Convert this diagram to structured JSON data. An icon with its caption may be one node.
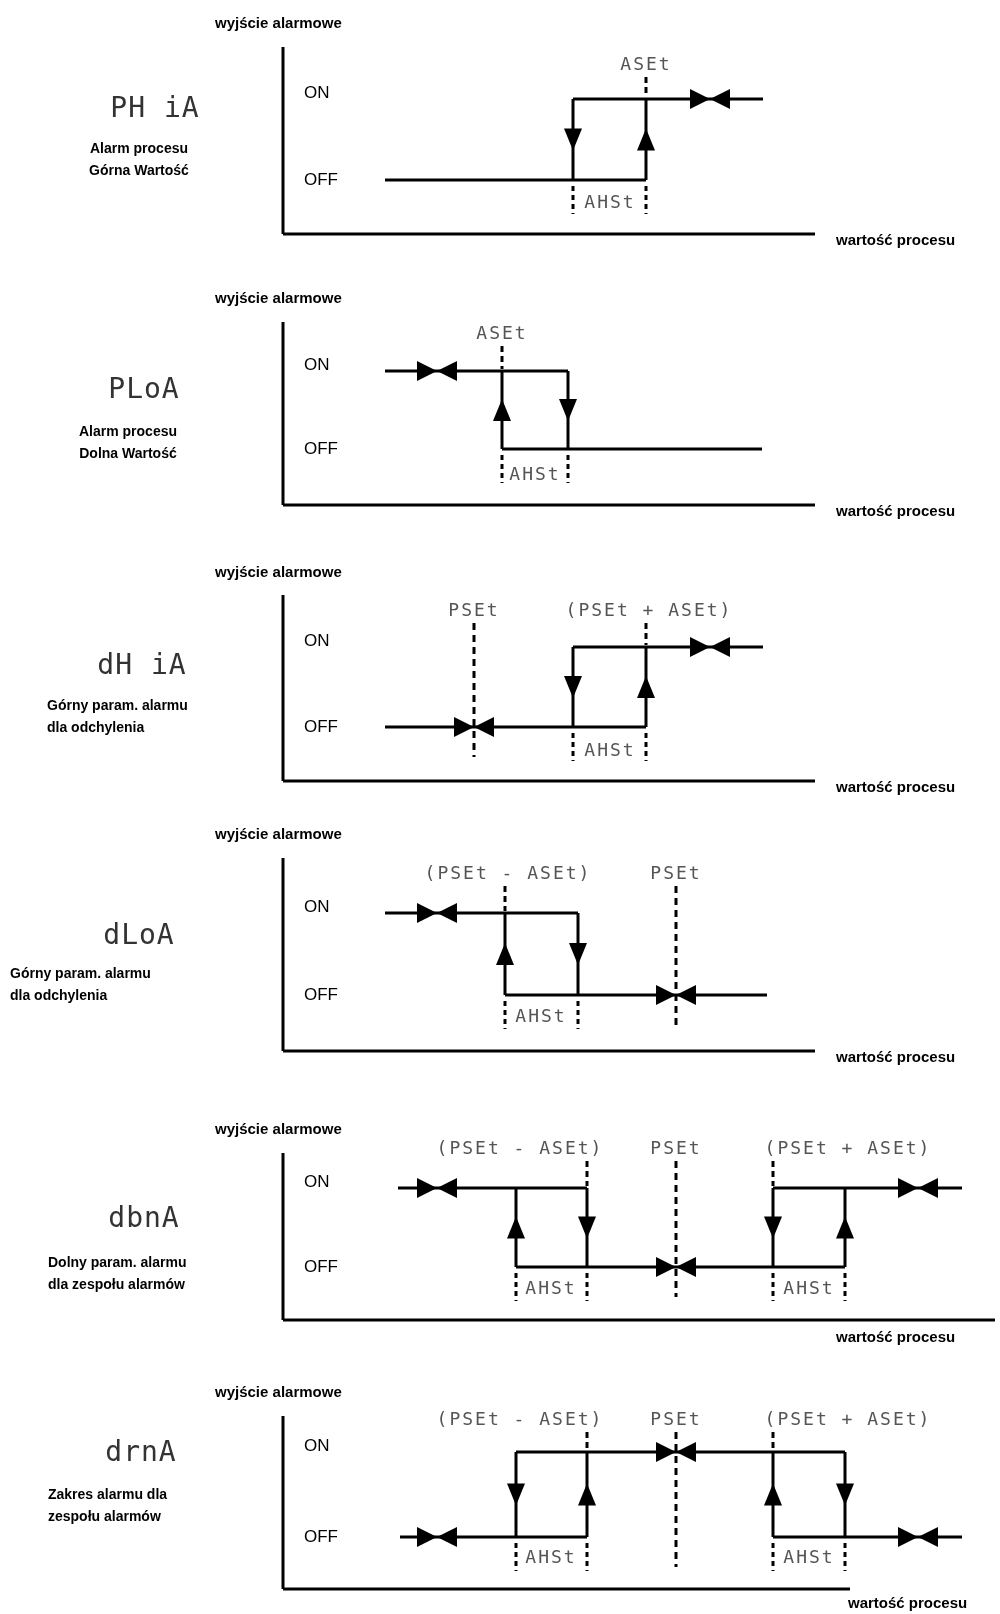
{
  "diagram": {
    "labels": [
      "wyjście alarmowe",
      "ASEt",
      "ON",
      "PH iA",
      "Alarm procesu Górna Wartość",
      "OFF",
      "AHSt",
      "wartość procesu",
      "wyjście alarmowe",
      "ASEt",
      "ON",
      "PLoA",
      "Alarm procesu Dolna Wartość",
      "OFF",
      "AHSt",
      "wartość procesu",
      "wyjście alarmowe",
      "PSEt",
      "(PSEt + ASEt)",
      "ON",
      "dH iA",
      "Górny param. alarmu dla odchylenia",
      "OFF",
      "AHSt",
      "wartość procesu",
      "wyjście alarmowe",
      "(PSEt - ASEt)",
      "PSEt",
      "ON",
      "dLoA",
      "Górny param. alarmu dla odchylenia",
      "OFF",
      "AHSt",
      "wartość procesu",
      "wyjście alarmowe",
      "(PSEt - ASEt)",
      "PSEt",
      "(PSEt + ASEt)",
      "ON",
      "dbnA",
      "Dolny param. alarmu dla zespołu alarmów",
      "OFF",
      "AHSt",
      "AHSt",
      "wartość procesu",
      "wyjście alarmowe",
      "(PSEt - ASEt)",
      "PSEt",
      "(PSEt + ASEt)",
      "ON",
      "drnA",
      "Zakres alarmu dla zespołu alarmów",
      "OFF",
      "AHSt",
      "AHSt",
      "wartość procesu"
    ]
  }
}
